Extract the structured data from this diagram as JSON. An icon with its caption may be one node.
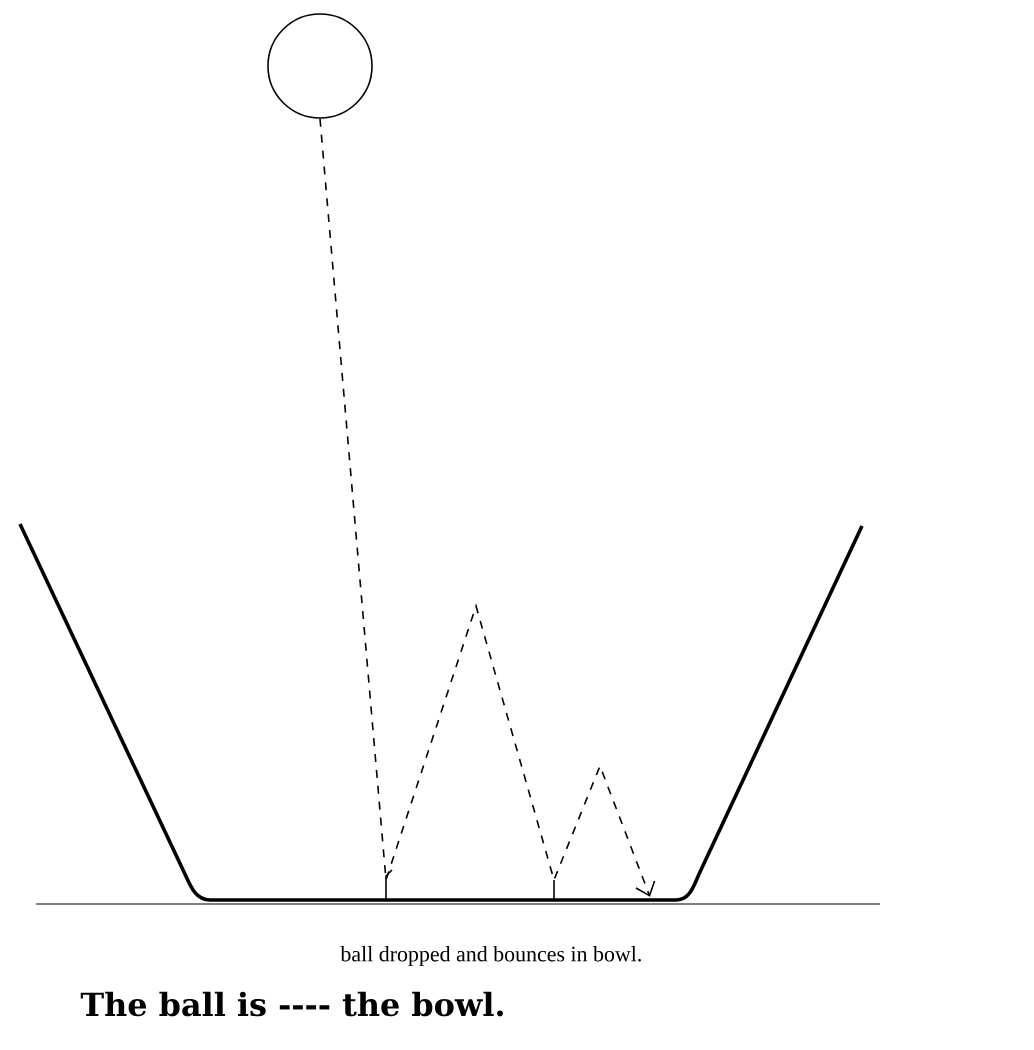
{
  "diagram": {
    "nodes": [
      {
        "text": [],
        "shape": "circle"
      },
      {
        "text": [],
        "shape": "bowl"
      }
    ],
    "edges": [
      {
        "from": 0,
        "to": 1,
        "arrow": "to",
        "style": "dashed"
      }
    ],
    "labels": [
      "ball dropped and bounces in bowl.",
      "The ball is ---- the bowl."
    ]
  }
}
